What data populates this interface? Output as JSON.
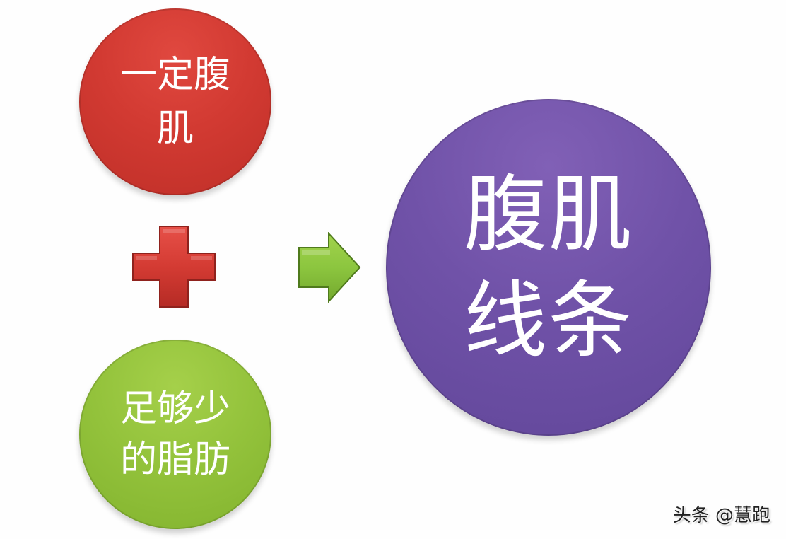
{
  "diagram": {
    "inputs": [
      {
        "id": "muscle",
        "lines": [
          "一定腹",
          "肌"
        ],
        "color": "#d23a32"
      },
      {
        "id": "fat",
        "lines": [
          "足够少",
          "的脂肪"
        ],
        "color": "#94c33c"
      }
    ],
    "operator": {
      "icon": "plus-icon",
      "color": "#d43b33"
    },
    "connector": {
      "icon": "arrow-right-icon",
      "color": "#8cc63f"
    },
    "result": {
      "lines": [
        "腹肌",
        "线条"
      ],
      "color": "#7052a8"
    }
  },
  "watermark": {
    "text": "头条 @慧跑"
  }
}
